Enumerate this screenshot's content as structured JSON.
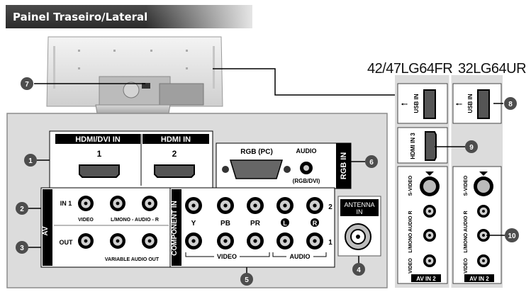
{
  "header": {
    "title": "Painel Traseiro/Lateral"
  },
  "models": {
    "left": "42/47LG64FR",
    "right": "32LG64UR"
  },
  "callouts": [
    "1",
    "2",
    "3",
    "4",
    "5",
    "6",
    "7",
    "8",
    "9",
    "10"
  ],
  "rear_panel": {
    "hdmi_dvi_in": "HDMI/DVI IN",
    "hdmi_in": "HDMI IN",
    "hdmi_port_1": "1",
    "hdmi_port_2": "2",
    "rgb_in": "RGB IN",
    "rgb_pc": "RGB (PC)",
    "audio": "AUDIO",
    "audio_rgb_dvi": "(RGB/DVI)",
    "av": "AV",
    "in1": "IN 1",
    "out": "OUT",
    "video": "VIDEO",
    "l_mono_audio_r": "L/MONO - AUDIO - R",
    "variable_audio_out": "VARIABLE AUDIO OUT",
    "component_in": "COMPONENT IN",
    "comp_y": "Y",
    "comp_pb": "PB",
    "comp_pr": "PR",
    "comp_l": "L",
    "comp_r": "R",
    "comp_row_2": "2",
    "comp_row_1": "1",
    "comp_video": "VIDEO",
    "comp_audio": "AUDIO",
    "antenna_in": "ANTENNA IN",
    "antenna_line1": "ANTENNA",
    "antenna_line2": "IN"
  },
  "side_panel": {
    "usb_in": "USB IN",
    "hdmi_in_3": "HDMI IN 3",
    "s_video": "S-VIDEO",
    "l_mono_audio_r": "L/MONO AUDIO R",
    "video": "VIDEO",
    "av_in_2": "AV IN 2"
  },
  "colors": {
    "callout": "#4d4d4d",
    "panel": "#dcdcdc",
    "port_black": "#000000",
    "title_bar": "#333333"
  }
}
